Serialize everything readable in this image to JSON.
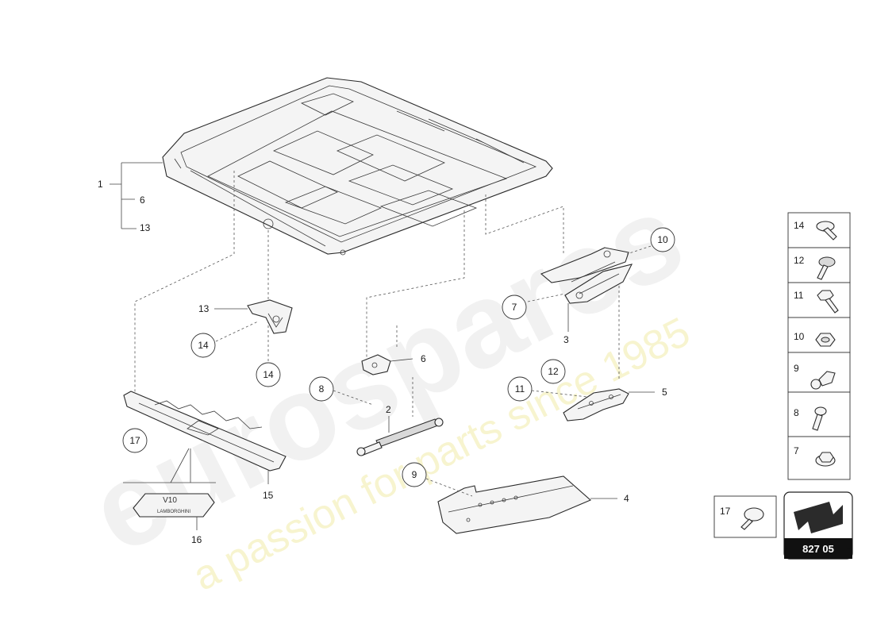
{
  "watermark": {
    "logo": "eurospares",
    "tagline": "a passion for parts since 1985"
  },
  "diagram": {
    "code": "827 05",
    "callouts": {
      "c1": "1",
      "c6": "6",
      "c13": "13",
      "c13b": "13",
      "c14a": "14",
      "c14b": "14",
      "c6b": "6",
      "c8": "8",
      "c2": "2",
      "c17": "17",
      "c15": "15",
      "c16": "16",
      "c9": "9",
      "c4": "4",
      "c10": "10",
      "c7": "7",
      "c3": "3",
      "c12": "12",
      "c11": "11",
      "c5": "5"
    },
    "badge_text": {
      "line1": "V10",
      "line2": "LAMBORGHINI"
    }
  },
  "legend": [
    {
      "number": "14",
      "icon": "bolt-round-head-icon"
    },
    {
      "number": "12",
      "icon": "bolt-flange-head-icon"
    },
    {
      "number": "11",
      "icon": "bolt-hex-head-icon"
    },
    {
      "number": "10",
      "icon": "hex-nut-icon"
    },
    {
      "number": "9",
      "icon": "ball-stud-icon"
    },
    {
      "number": "8",
      "icon": "short-bolt-icon"
    },
    {
      "number": "7",
      "icon": "flange-nut-icon"
    }
  ],
  "legend_extra": {
    "number": "17",
    "icon": "button-head-bolt-icon"
  }
}
